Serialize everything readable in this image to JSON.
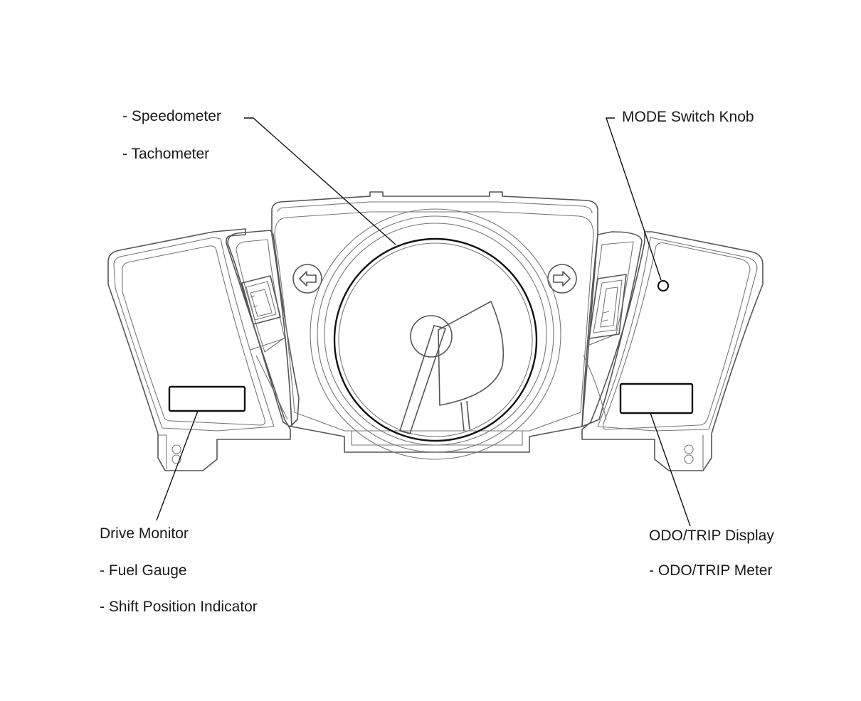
{
  "labels": {
    "speedometer": "- Speedometer",
    "tachometer": "- Tachometer",
    "mode_switch_knob": "MODE Switch Knob",
    "drive_monitor": "Drive Monitor",
    "fuel_gauge": "- Fuel Gauge",
    "shift_position_indicator": "- Shift Position Indicator",
    "odo_trip_display": "ODO/TRIP Display",
    "odo_trip_meter": "- ODO/TRIP Meter"
  },
  "icons": {
    "left_indicator": "arrow-left-icon",
    "right_indicator": "arrow-right-icon",
    "mode_knob": "circle-knob-icon"
  },
  "colors": {
    "ink": "#111111",
    "outline": "#555555",
    "background": "#ffffff"
  }
}
